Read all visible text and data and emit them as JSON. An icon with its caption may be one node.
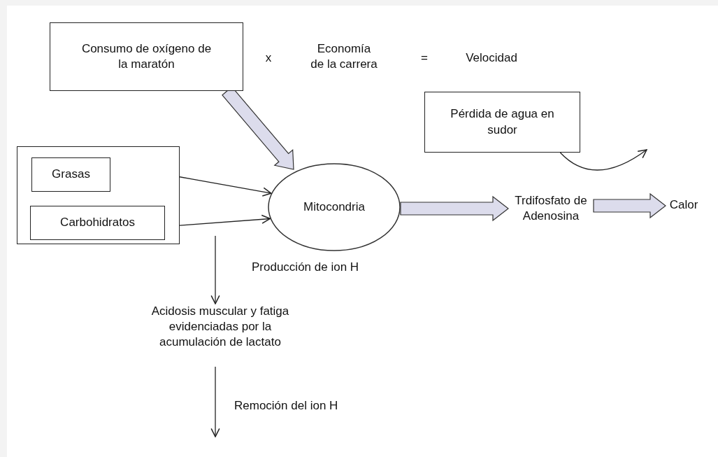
{
  "diagram": {
    "nodes": [
      {
        "text": [
          "Consumo de oxígeno de la maratón"
        ]
      },
      {
        "text": [
          "Pérdida de agua en sudor"
        ]
      },
      {
        "text": [],
        "shape": "box"
      },
      {
        "text": [
          "Grasas"
        ],
        "in": 2
      },
      {
        "text": [
          "Carbohidratos"
        ],
        "in": 2
      },
      {
        "text": [
          "Mitocondria"
        ]
      },
      {
        "text": [
          "Trdifosfato de Adenosina"
        ]
      },
      {
        "text": [
          "Calor"
        ]
      },
      {
        "text": [
          "Acidosis muscular y fatiga evidenciadas por la acumulación de lactato"
        ]
      }
    ],
    "edges": [
      {
        "from": 0,
        "to": 5,
        "arrow": "to",
        "style": "thick",
        "color": "#dcdcec"
      },
      {
        "from": 2,
        "to": 5,
        "arrow": "to"
      },
      {
        "from": 2,
        "to": 5,
        "arrow": "to"
      },
      {
        "from": 5,
        "to": 6,
        "arrow": "to",
        "style": "thick",
        "color": "#dcdcec"
      },
      {
        "from": 6,
        "to": 7,
        "arrow": "to",
        "style": "thick",
        "color": "#dcdcec"
      },
      {
        "from": 1,
        "to": null,
        "arrow": "to"
      },
      {
        "from": null,
        "to": 8,
        "arrow": "to",
        "label": "Producción de ion H"
      },
      {
        "from": 8,
        "to": null,
        "arrow": "to",
        "label": "Remoción del ion H"
      }
    ],
    "labels": [
      "x",
      "Economía de la carrera",
      "=",
      "Velocidad"
    ]
  }
}
